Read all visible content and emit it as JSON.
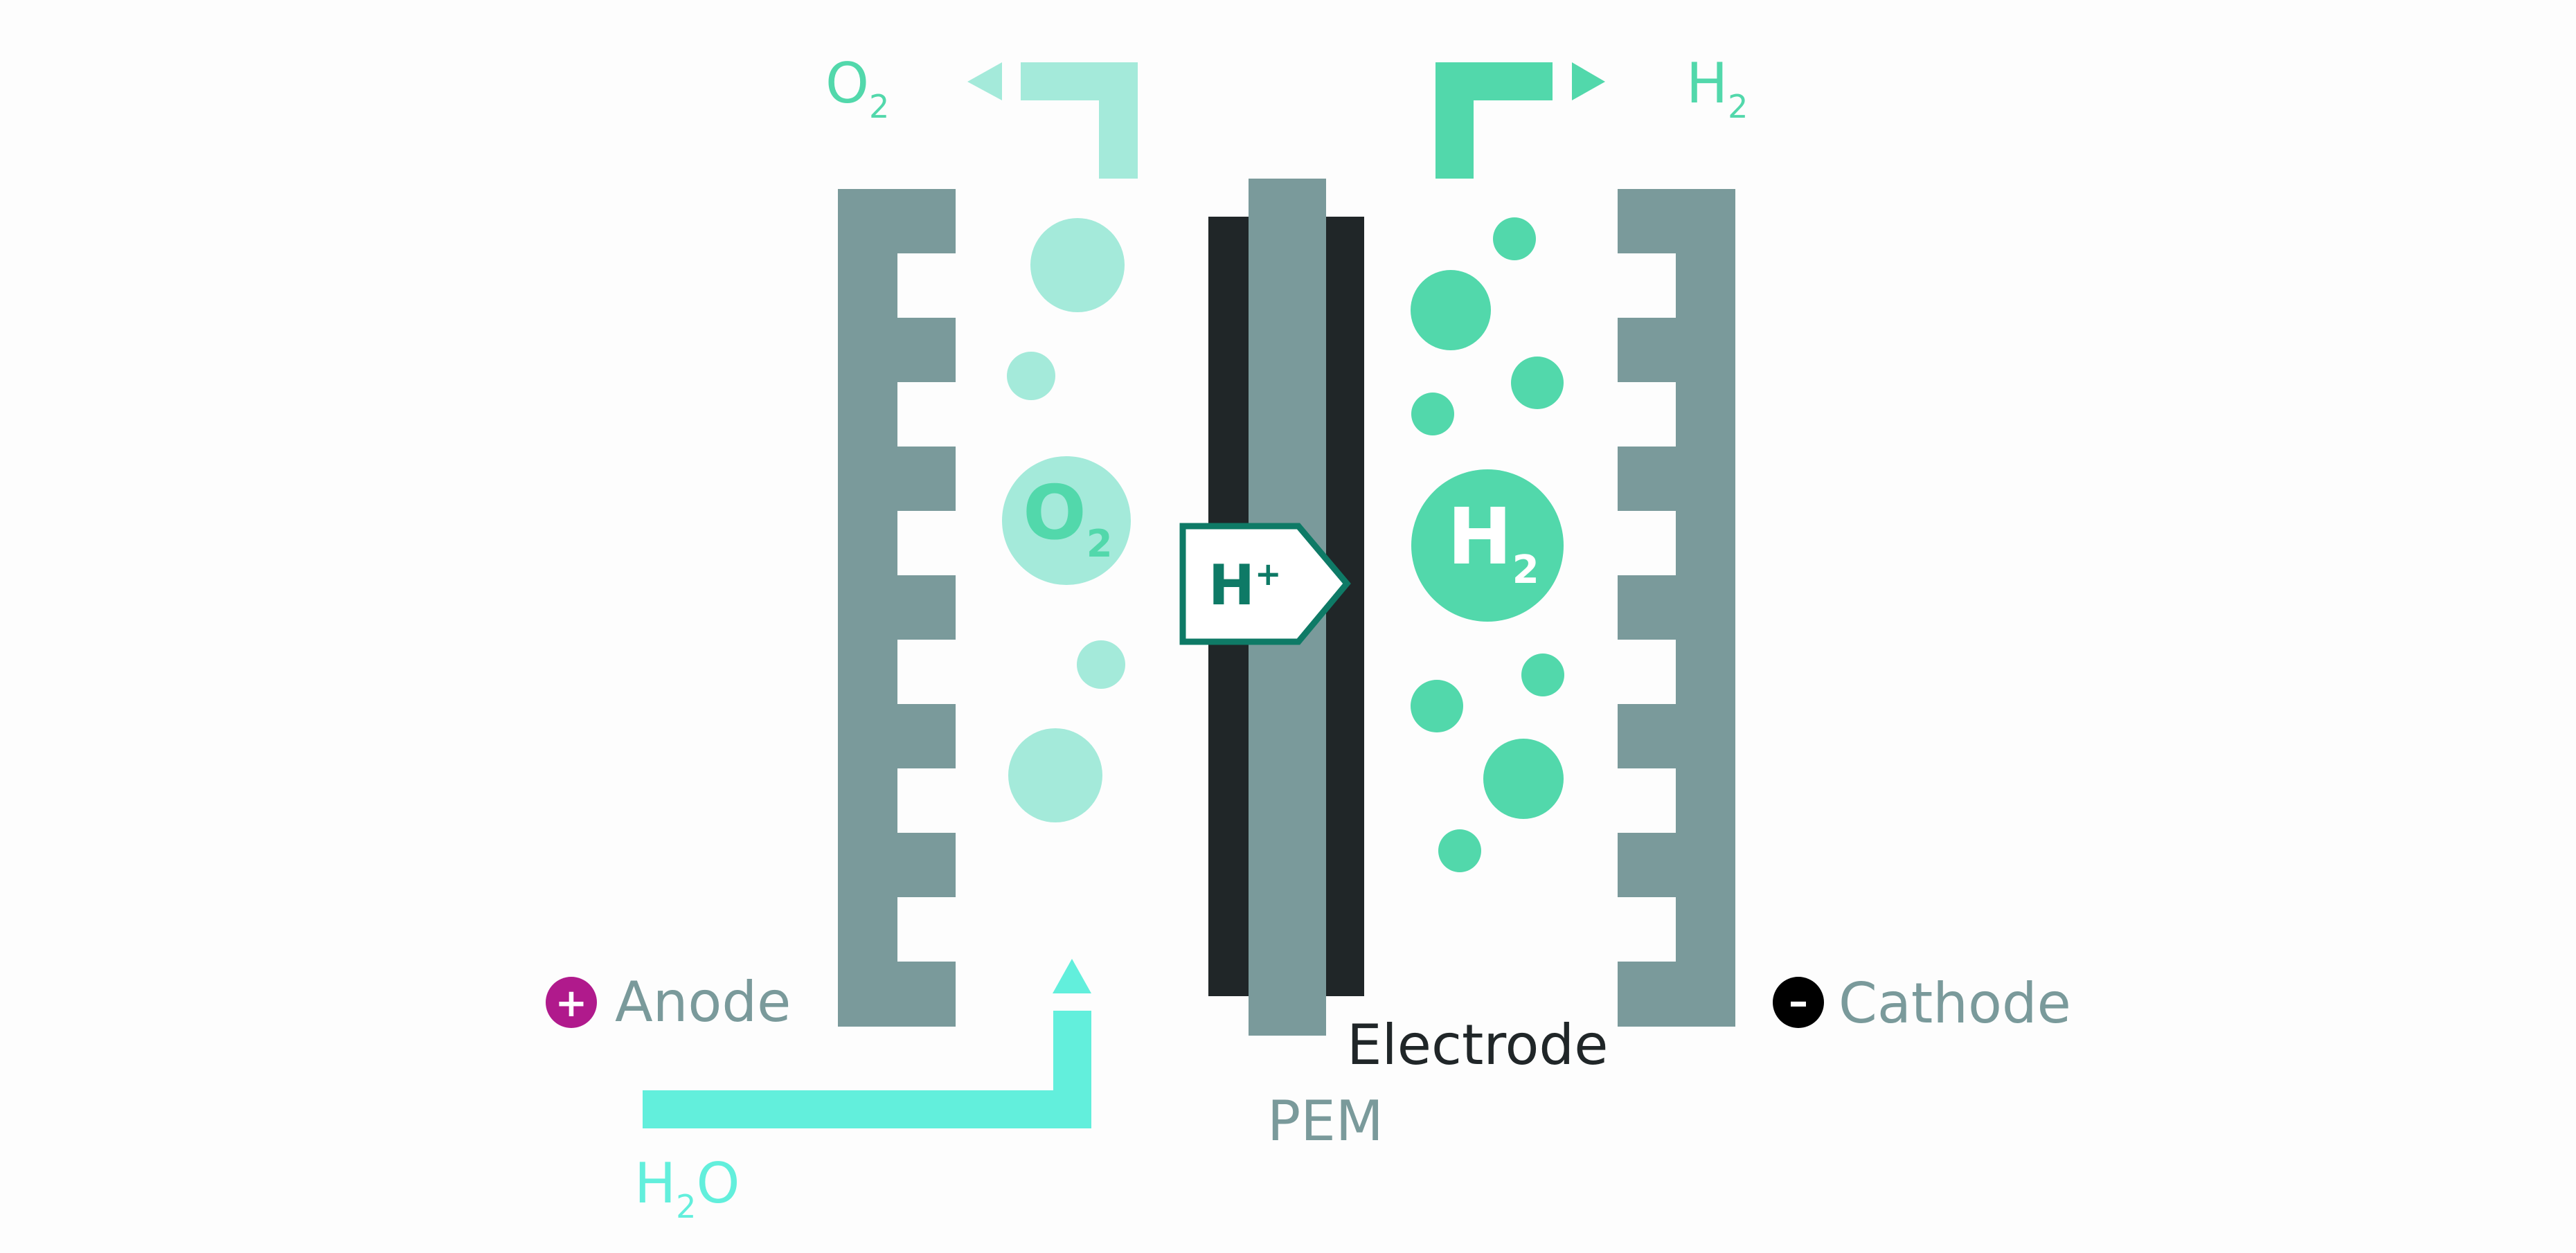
{
  "colors": {
    "background": "#fdfdfd",
    "plate": "#7a9a9b",
    "electrode": "#202628",
    "pem": "#7a9a9b",
    "oxygen_light": "#a4eada",
    "hydrogen": "#52d8ab",
    "water": "#62efdc",
    "proton_outline": "#0e7a66",
    "anode_badge": "#b01a8c",
    "cathode_badge": "#000000",
    "label_gray": "#7a9a9b",
    "label_dark": "#202628"
  },
  "labels": {
    "anode": "Anode",
    "anode_sign": "+",
    "cathode": "Cathode",
    "cathode_sign": "–",
    "electrode": "Electrode",
    "pem": "PEM",
    "o2_main": "O",
    "o2_sub": "2",
    "h2_main": "H",
    "h2_sub": "2",
    "h2o_h": "H",
    "h2o_sub": "2",
    "h2o_o": "O",
    "o2_bubble_main": "O",
    "o2_bubble_sub": "2",
    "h2_bubble_main": "H",
    "h2_bubble_sub": "2",
    "proton_main": "H",
    "proton_sup": "+"
  },
  "icons": {
    "o2_outlet": "arrow-left-icon",
    "h2_outlet": "arrow-right-icon",
    "water_inlet": "arrow-up-icon"
  }
}
